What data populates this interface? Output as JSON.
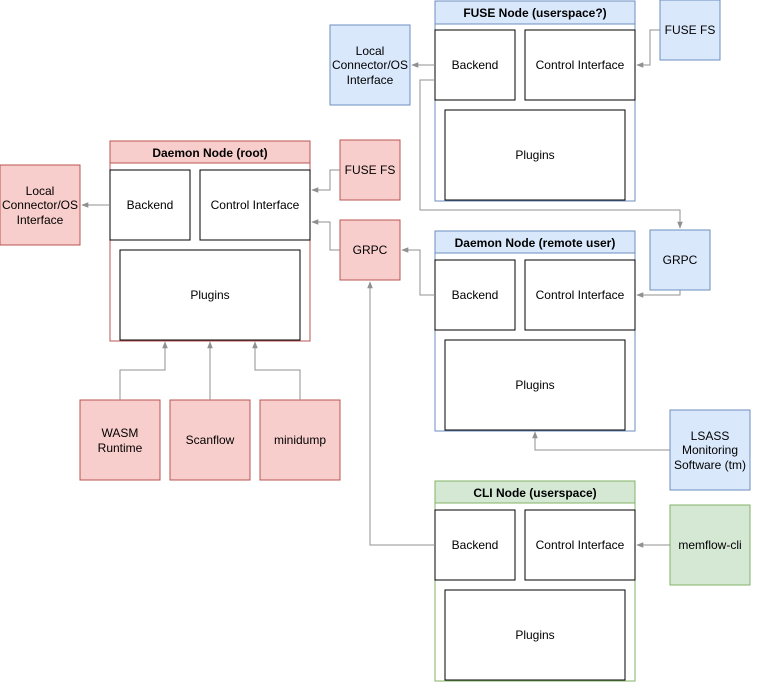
{
  "colors": {
    "red_fill": "#f8cecc",
    "red_stroke": "#b85450",
    "blue_fill": "#dae8fc",
    "blue_stroke": "#6c8ebf",
    "green_fill": "#d5e8d4",
    "green_stroke": "#82b366",
    "edge": "#909090"
  },
  "nodes": {
    "daemon_root": {
      "title": "Daemon Node (root)",
      "backend": "Backend",
      "control": "Control Interface",
      "plugins": "Plugins"
    },
    "fuse_node": {
      "title": "FUSE Node (userspace?)",
      "backend": "Backend",
      "control": "Control Interface",
      "plugins": "Plugins"
    },
    "daemon_remote": {
      "title": "Daemon Node (remote user)",
      "backend": "Backend",
      "control": "Control Interface",
      "plugins": "Plugins"
    },
    "cli_node": {
      "title": "CLI Node (userspace)",
      "backend": "Backend",
      "control": "Control Interface",
      "plugins": "Plugins"
    }
  },
  "external": {
    "local_connector_root": [
      "Local",
      "Connector/OS",
      "Interface"
    ],
    "local_connector_fuse": [
      "Local",
      "Connector/OS",
      "Interface"
    ],
    "fuse_fs_root": "FUSE FS",
    "fuse_fs_top": "FUSE FS",
    "grpc_root": "GRPC",
    "grpc_remote": "GRPC",
    "wasm": [
      "WASM",
      "Runtime"
    ],
    "scanflow": "Scanflow",
    "minidump": "minidump",
    "lsass": [
      "LSASS",
      "Monitoring",
      "Software (tm)"
    ],
    "memflow_cli": "memflow-cli"
  }
}
